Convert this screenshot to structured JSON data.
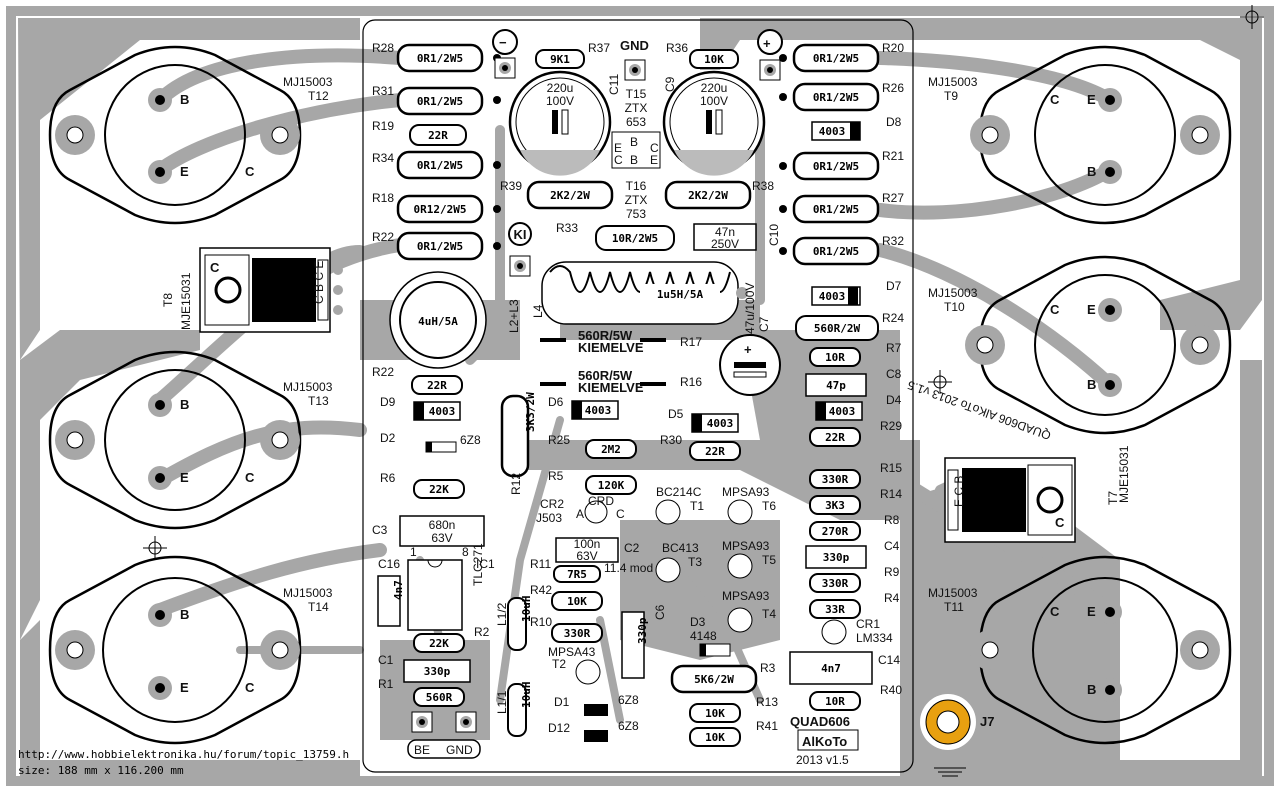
{
  "board": {
    "colors": {
      "copper": "#a7a7a7",
      "silk": "#000000",
      "background": "#ffffff",
      "jack_ring": "#e8a010"
    },
    "footer": {
      "url": "http://www.hobbielektronika.hu/forum/topic_13759.h",
      "size": "size: 188 mm x 116.200 mm"
    },
    "title": {
      "name": "QUAD606",
      "logo": "AlKoTo",
      "version": "2013 v1.5"
    },
    "mirrored_text": "QUAD606 AlKoTo 2013 v1.5",
    "connectors": {
      "gnd": "GND",
      "be": "BE",
      "be_gnd": "GND",
      "ki": "KI",
      "j7": "J7",
      "plus": "+",
      "minus": "−"
    },
    "transistors_big": [
      {
        "name": "MJ15003",
        "ref": "T12",
        "pins": [
          "B",
          "E",
          "C"
        ]
      },
      {
        "name": "MJ15003",
        "ref": "T13",
        "pins": [
          "B",
          "E",
          "C"
        ]
      },
      {
        "name": "MJ15003",
        "ref": "T14",
        "pins": [
          "B",
          "E",
          "C"
        ]
      },
      {
        "name": "MJ15003",
        "ref": "T9",
        "pins": [
          "E",
          "B",
          "C"
        ]
      },
      {
        "name": "MJ15003",
        "ref": "T10",
        "pins": [
          "E",
          "B",
          "C"
        ]
      },
      {
        "name": "MJ15003",
        "ref": "T11",
        "pins": [
          "E",
          "B",
          "C"
        ]
      }
    ],
    "to220": [
      {
        "name": "MJE15031",
        "ref": "T8",
        "pins": "C B C E"
      },
      {
        "name": "MJE15031",
        "ref": "T7",
        "pins": "E C B"
      }
    ],
    "left_resistors": [
      {
        "ref": "R28",
        "value": "0R1/2W5"
      },
      {
        "ref": "R31",
        "value": "0R1/2W5"
      },
      {
        "ref": "R19",
        "value": "22R"
      },
      {
        "ref": "R34",
        "value": "0R1/2W5"
      },
      {
        "ref": "R18",
        "value": "0R12/2W5"
      },
      {
        "ref": "R22",
        "value": "0R1/2W5"
      }
    ],
    "right_resistors": [
      {
        "ref": "R20",
        "value": "0R1/2W5"
      },
      {
        "ref": "R26",
        "value": "0R1/2W5"
      },
      {
        "ref": "D8",
        "value": "4003"
      },
      {
        "ref": "R21",
        "value": "0R1/2W5"
      },
      {
        "ref": "R27",
        "value": "0R1/2W5"
      },
      {
        "ref": "R32",
        "value": "0R1/2W5"
      }
    ],
    "center_top": {
      "r37": {
        "ref": "R37",
        "value": "9K1"
      },
      "r36": {
        "ref": "R36",
        "value": "10K"
      },
      "c11": {
        "ref": "C11",
        "value": "220u",
        "volt": "100V"
      },
      "c9": {
        "ref": "C9",
        "value": "220u",
        "volt": "100V"
      },
      "t15": {
        "ref": "T15",
        "part": "ZTX",
        "num": "653"
      },
      "t16": {
        "ref": "T16",
        "part": "ZTX",
        "num": "753"
      },
      "r39": {
        "ref": "R39",
        "value": "2K2/2W"
      },
      "r38": {
        "ref": "R38",
        "value": "2K2/2W"
      },
      "r33": {
        "ref": "R33",
        "value": "10R/2W5"
      },
      "c10": {
        "ref": "C10",
        "value": "47n",
        "volt": "250V"
      },
      "l4": {
        "ref": "L4",
        "value": "1u5H/5A"
      },
      "l23": {
        "ref": "L2+L3",
        "value": "4uH/5A"
      },
      "t15_pins": [
        "E",
        "B",
        "C",
        "C",
        "B",
        "E"
      ]
    },
    "middle": {
      "r17": {
        "ref": "R17",
        "value": "560R/5W",
        "note": "KIEMELVE"
      },
      "r16": {
        "ref": "R16",
        "value": "560R/5W",
        "note": "KIEMELVE"
      },
      "c7": {
        "ref": "C7",
        "value": "47u/100V"
      },
      "d7": {
        "ref": "D7",
        "value": "4003"
      },
      "r24": {
        "ref": "R24",
        "value": "560R/2W"
      },
      "r7": {
        "ref": "R7",
        "value": "10R"
      },
      "c8": {
        "ref": "C8",
        "value": "47p"
      },
      "d4": {
        "ref": "D4",
        "value": "4003"
      },
      "r29": {
        "ref": "R29",
        "value": "22R"
      },
      "d5": {
        "ref": "D5",
        "value": "4003"
      },
      "d6": {
        "ref": "D6",
        "value": "4003"
      },
      "r12": {
        "ref": "R12",
        "value": "3K3/2W"
      },
      "r25": {
        "ref": "R25",
        "value": "2M2"
      },
      "r30": {
        "ref": "R30",
        "value": "22R"
      },
      "r22b": {
        "ref": "R22",
        "value": "22R"
      },
      "d9": {
        "ref": "D9",
        "value": "4003"
      },
      "d2": {
        "ref": "D2",
        "value": "6Z8"
      },
      "r6": {
        "ref": "R6",
        "value": "22K"
      }
    },
    "lower_left": {
      "c3": {
        "ref": "C3",
        "value": "680n",
        "volt": "63V"
      },
      "c16": {
        "ref": "C16",
        "value": "4n7"
      },
      "ic1": {
        "ref": "IC1",
        "value": "TLC271",
        "pin1": "1",
        "pin8": "8"
      },
      "r2": {
        "ref": "R2",
        "value": "22K"
      },
      "c1": {
        "ref": "C1",
        "value": "330p"
      },
      "r1": {
        "ref": "R1",
        "value": "560R"
      },
      "l11": {
        "ref": "L1/1",
        "value": "10uH"
      },
      "l12": {
        "ref": "L1/2",
        "value": "10uH"
      }
    },
    "lower_mid": {
      "r5": {
        "ref": "R5",
        "value": "120K"
      },
      "cr2": {
        "ref": "CR2",
        "value": "J503",
        "pins": "A C",
        "mark": "CRD"
      },
      "t1": {
        "ref": "T1",
        "value": "BC214C"
      },
      "t3": {
        "ref": "T3",
        "value": "BC413"
      },
      "c2": {
        "ref": "C2",
        "value": "100n",
        "volt": "63V"
      },
      "r11": {
        "ref": "R11",
        "value": "7R5",
        "note": "11.4 mod"
      },
      "r42": {
        "ref": "R42",
        "value": "10K"
      },
      "r10": {
        "ref": "R10",
        "value": "330R"
      },
      "t2": {
        "ref": "T2",
        "value": "MPSA43"
      },
      "c6": {
        "ref": "C6",
        "value": "330p"
      },
      "d3": {
        "ref": "D3",
        "value": "4148"
      },
      "d1": {
        "ref": "D1",
        "value": "6Z8"
      },
      "d12": {
        "ref": "D12",
        "value": "6Z8"
      },
      "r3": {
        "ref": "R3",
        "value": "5K6/2W"
      },
      "r13": {
        "ref": "R13",
        "value": "10K"
      },
      "r41": {
        "ref": "R41",
        "value": "10K"
      }
    },
    "right_mid": {
      "t6": {
        "ref": "T6",
        "value": "MPSA93"
      },
      "t5": {
        "ref": "T5",
        "value": "MPSA93"
      },
      "t4": {
        "ref": "T4",
        "value": "MPSA93"
      },
      "r15": {
        "ref": "R15",
        "value": "330R"
      },
      "r14": {
        "ref": "R14",
        "value": "3K3"
      },
      "r8": {
        "ref": "R8",
        "value": "270R"
      },
      "c4": {
        "ref": "C4",
        "value": "330p"
      },
      "r9": {
        "ref": "R9",
        "value": "330R"
      },
      "r4": {
        "ref": "R4",
        "value": "33R"
      },
      "cr1": {
        "ref": "CR1",
        "value": "LM334"
      },
      "c14": {
        "ref": "C14",
        "value": "4n7"
      },
      "r40": {
        "ref": "R40",
        "value": "10R"
      }
    }
  }
}
